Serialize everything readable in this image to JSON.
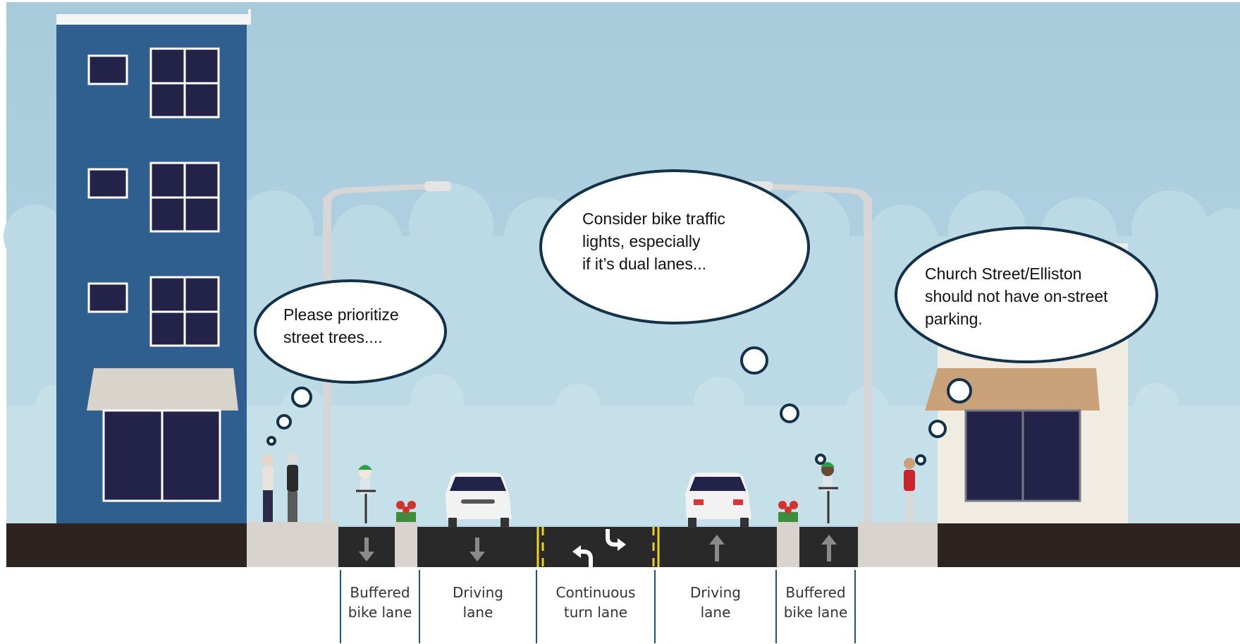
{
  "colors": {
    "sky": "#a9ccdc",
    "left_building": "#2f5f8f",
    "right_building": "#f1ece1",
    "road": "#292929",
    "ground": "#2d2421",
    "sidewalk": "#d8d3ce",
    "lane_marking": "#f0d21c",
    "divider_line": "#1e5570"
  },
  "icons": {
    "lane_direction_left_bike": "arrow-down",
    "lane_direction_left_drive": "arrow-down",
    "center_turn": "turn-arrows",
    "lane_direction_right_drive": "arrow-up",
    "lane_direction_right_bike": "arrow-up"
  },
  "thoughts": {
    "left": "Please prioritize\nstreet trees....",
    "middle": "Consider bike traffic\nlights, especially\nif it’s dual lanes...",
    "right": "Church Street/Elliston\nshould not have on-street\nparking."
  },
  "lanes": [
    {
      "label": "Buffered\nbike lane"
    },
    {
      "label": "Driving\nlane"
    },
    {
      "label": "Continuous\nturn lane"
    },
    {
      "label": "Driving\nlane"
    },
    {
      "label": "Buffered\nbike lane"
    }
  ]
}
